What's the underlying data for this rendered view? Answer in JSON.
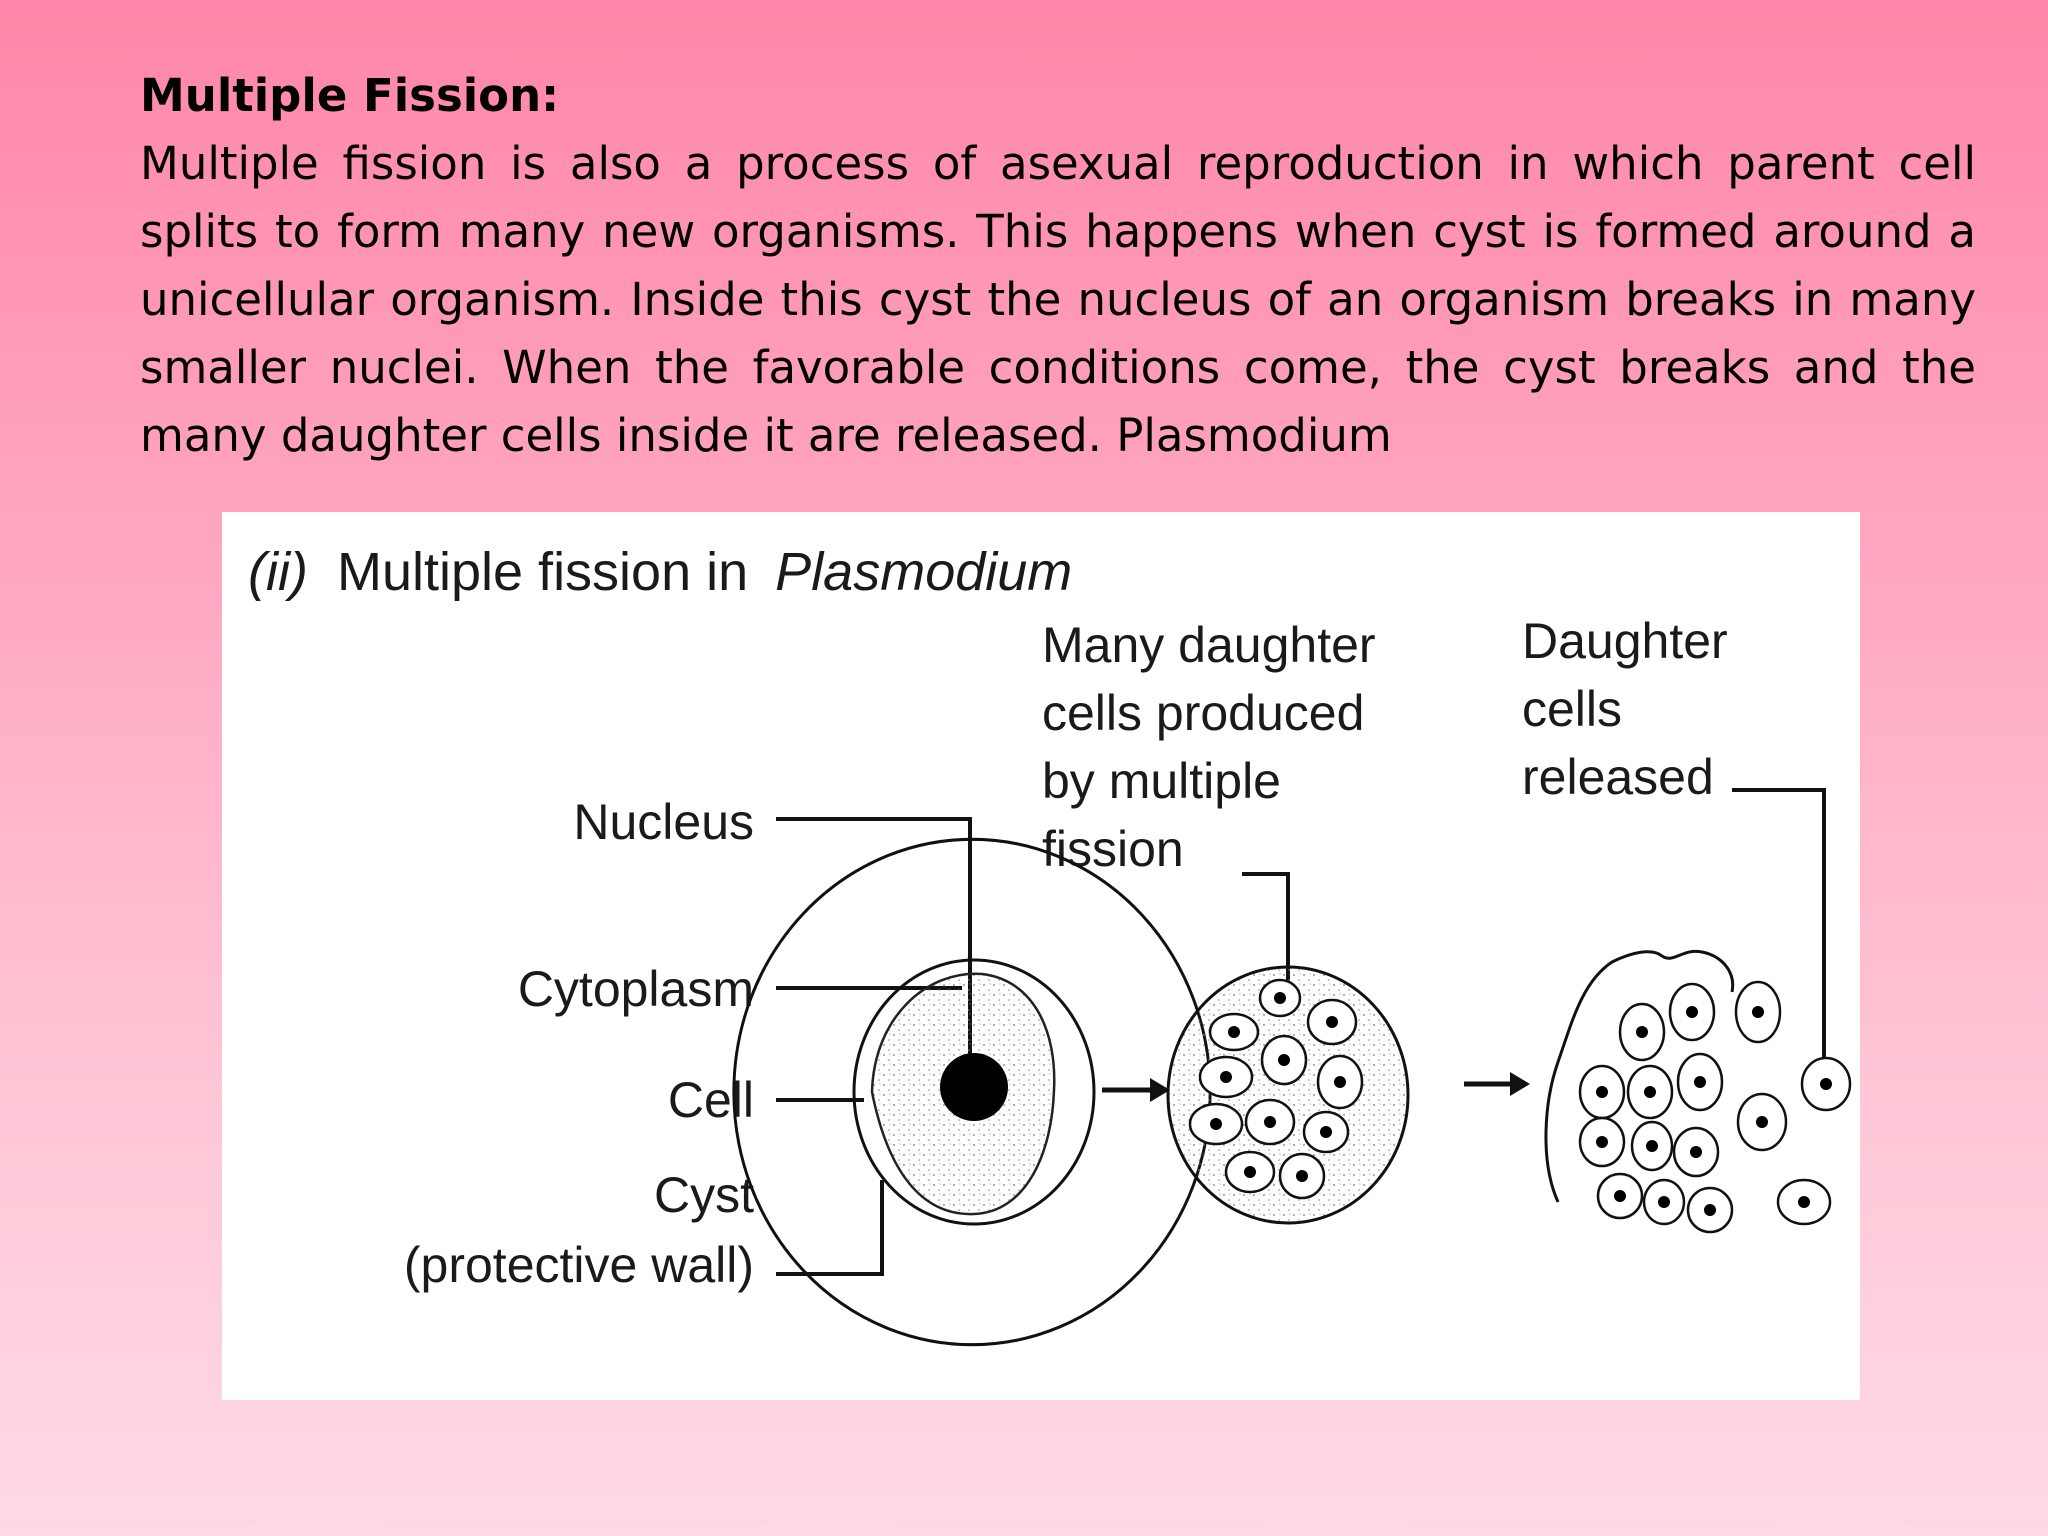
{
  "heading": "Multiple Fission:",
  "paragraph": "Multiple fission is also a process of asexual reproduction in which parent cell splits to form many new organisms. This happens when cyst is formed around a unicellular organism. Inside this cyst the nucleus of an organism breaks in many smaller nuclei. When the favorable conditions come, the cyst breaks and the many daughter cells inside it are released. Plasmodium",
  "figure": {
    "title_prefix": "(ii)",
    "title_main": "Multiple fission in",
    "title_italic": "Plasmodium",
    "labels": {
      "nucleus": "Nucleus",
      "cytoplasm": "Cytoplasm",
      "cell": "Cell",
      "cyst": "Cyst",
      "cyst_note": "(protective wall)",
      "many_daughter_line1": "Many daughter",
      "many_daughter_line2": "cells produced",
      "many_daughter_line3": "by multiple",
      "many_daughter_line4": "fission",
      "daughter_line1": "Daughter",
      "daughter_line2": "cells",
      "daughter_line3": "released"
    }
  }
}
